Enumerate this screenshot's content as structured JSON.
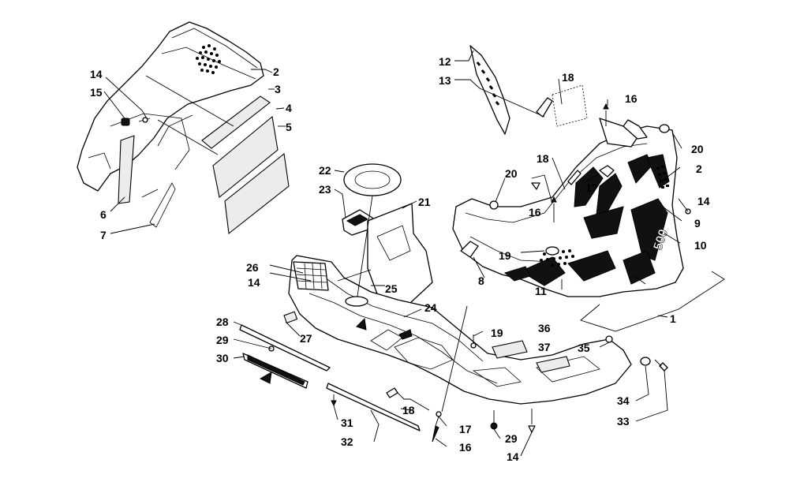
{
  "labels": [
    {
      "id": "l1",
      "text": "1"
    },
    {
      "id": "l2a",
      "text": "2"
    },
    {
      "id": "l2b",
      "text": "2"
    },
    {
      "id": "l3",
      "text": "3"
    },
    {
      "id": "l4",
      "text": "4"
    },
    {
      "id": "l5",
      "text": "5"
    },
    {
      "id": "l6",
      "text": "6"
    },
    {
      "id": "l7",
      "text": "7"
    },
    {
      "id": "l8",
      "text": "8"
    },
    {
      "id": "l9",
      "text": "9"
    },
    {
      "id": "l10",
      "text": "10"
    },
    {
      "id": "l11",
      "text": "11"
    },
    {
      "id": "l12",
      "text": "12"
    },
    {
      "id": "l13",
      "text": "13"
    },
    {
      "id": "l14a",
      "text": "14"
    },
    {
      "id": "l14b",
      "text": "14"
    },
    {
      "id": "l14c",
      "text": "14"
    },
    {
      "id": "l14d",
      "text": "14"
    },
    {
      "id": "l15",
      "text": "15"
    },
    {
      "id": "l16a",
      "text": "16"
    },
    {
      "id": "l16b",
      "text": "16"
    },
    {
      "id": "l16c",
      "text": "16"
    },
    {
      "id": "l17a",
      "text": "17"
    },
    {
      "id": "l17b",
      "text": "17"
    },
    {
      "id": "l18a",
      "text": "18"
    },
    {
      "id": "l18b",
      "text": "18"
    },
    {
      "id": "l18c",
      "text": "18"
    },
    {
      "id": "l19a",
      "text": "19"
    },
    {
      "id": "l19b",
      "text": "19"
    },
    {
      "id": "l20a",
      "text": "20"
    },
    {
      "id": "l20b",
      "text": "20"
    },
    {
      "id": "l21",
      "text": "21"
    },
    {
      "id": "l22",
      "text": "22"
    },
    {
      "id": "l23",
      "text": "23"
    },
    {
      "id": "l24",
      "text": "24"
    },
    {
      "id": "l25",
      "text": "25"
    },
    {
      "id": "l26",
      "text": "26"
    },
    {
      "id": "l27",
      "text": "27"
    },
    {
      "id": "l28",
      "text": "28"
    },
    {
      "id": "l29a",
      "text": "29"
    },
    {
      "id": "l29b",
      "text": "29"
    },
    {
      "id": "l30",
      "text": "30"
    },
    {
      "id": "l31",
      "text": "31"
    },
    {
      "id": "l32",
      "text": "32"
    },
    {
      "id": "l33",
      "text": "33"
    },
    {
      "id": "l34",
      "text": "34"
    },
    {
      "id": "l35",
      "text": "35"
    },
    {
      "id": "l36",
      "text": "36"
    },
    {
      "id": "l37",
      "text": "37"
    }
  ],
  "decal_text": "500"
}
